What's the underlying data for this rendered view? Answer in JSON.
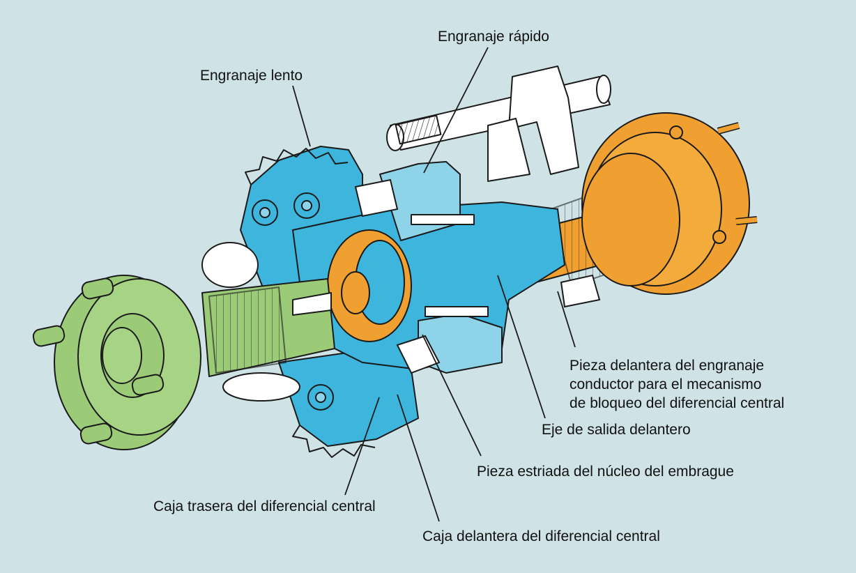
{
  "diagram": {
    "colors": {
      "background": "#cfe3e6",
      "blue_parts": "#3db5dc",
      "orange_parts": "#f0a030",
      "green_parts": "#9ccb78",
      "white_parts": "#ffffff",
      "outline": "#1a1a1a"
    },
    "labels": {
      "fast_gear": "Engranaje rápido",
      "slow_gear": "Engranaje lento",
      "drive_gear_piece": "Pieza delantera del engranaje\nconductor para el mecanismo\nde bloqueo del diferencial central",
      "front_output_shaft": "Eje de salida delantero",
      "clutch_hub_spline": "Pieza estriada del núcleo del embrague",
      "rear_center_diff_case": "Caja trasera del diferencial central",
      "front_center_diff_case": "Caja delantera del diferencial central"
    }
  }
}
